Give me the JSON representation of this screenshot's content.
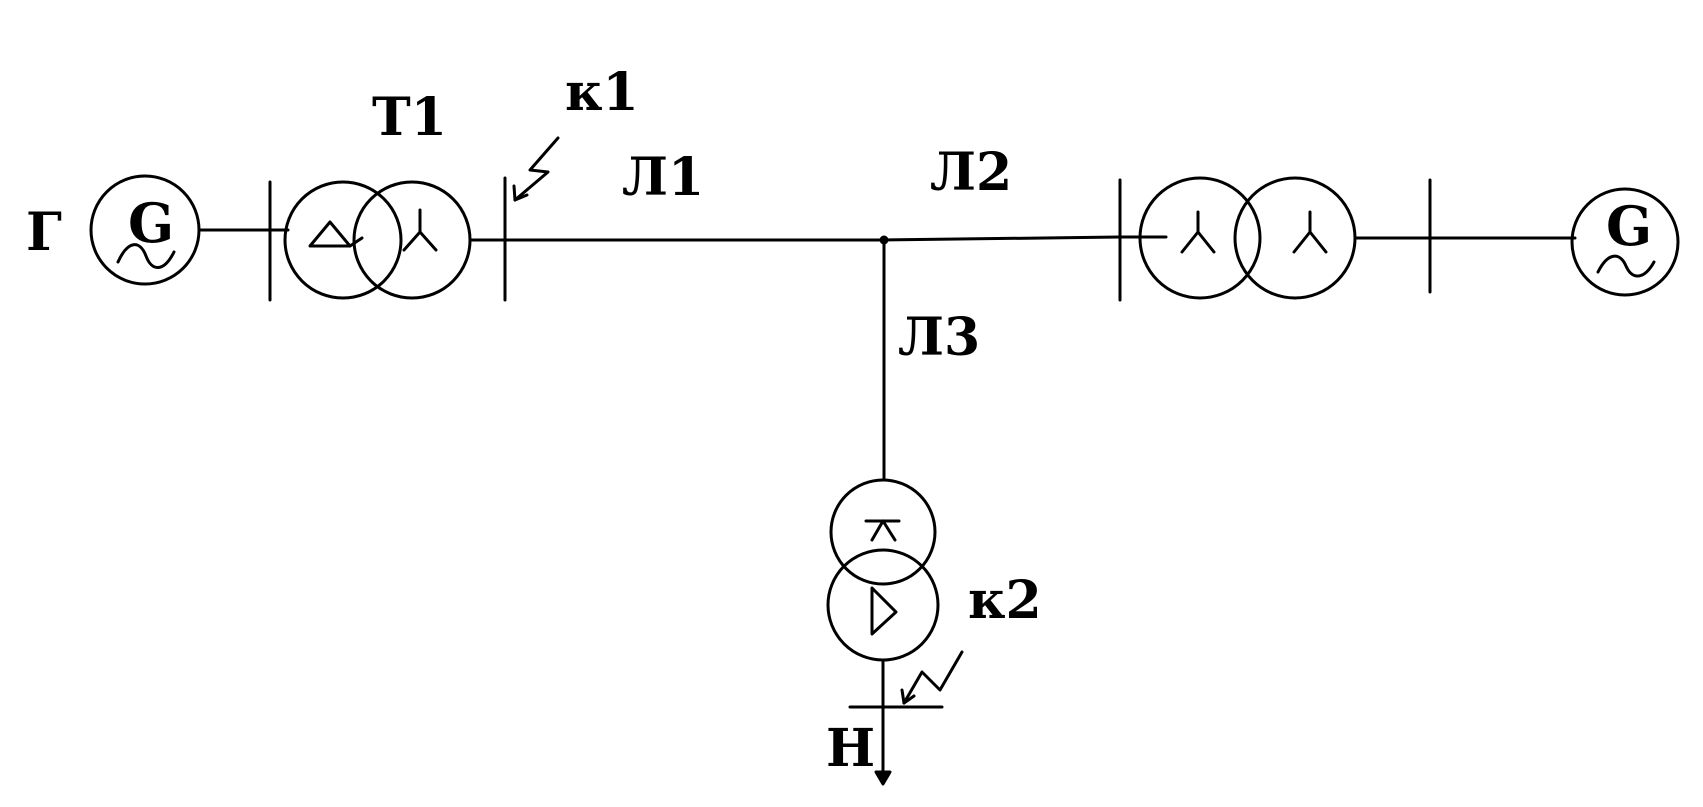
{
  "diagram": {
    "title": "",
    "labels": {
      "generator_left_name": "Г",
      "generator_left_symbol": "G",
      "generator_right_symbol": "G",
      "transformer_t1": "Т1",
      "fault_k1": "к1",
      "fault_k2": "к2",
      "line_l1": "Л1",
      "line_l2": "Л2",
      "line_l3": "Л3",
      "load": "Н"
    }
  },
  "colors": {
    "stroke": "#000000",
    "background": "#ffffff"
  }
}
